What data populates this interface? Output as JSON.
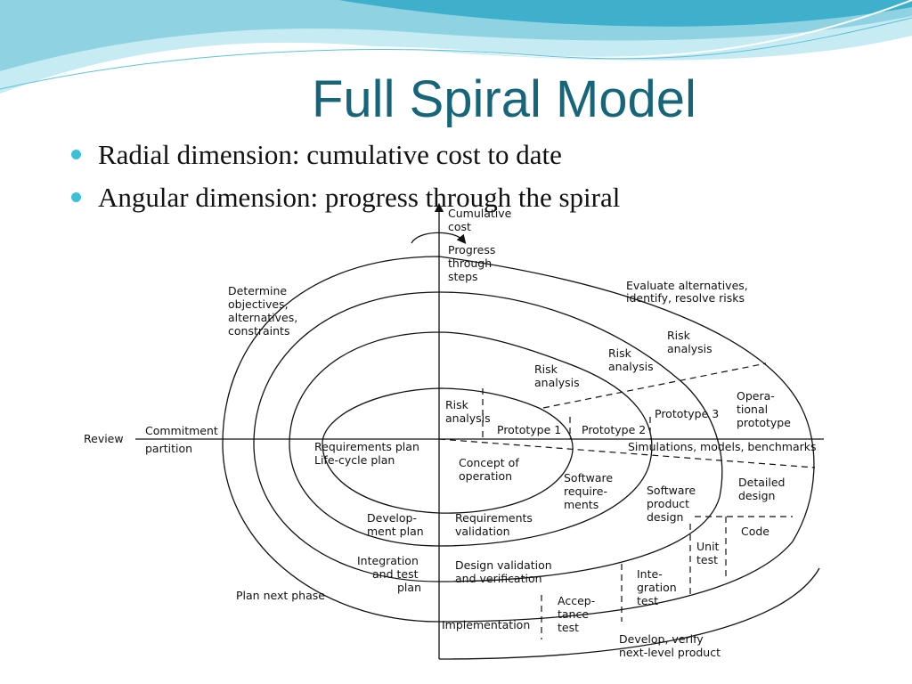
{
  "slide": {
    "title": "Full Spiral Model",
    "bullets": [
      "Radial dimension: cumulative cost to date",
      "Angular dimension: progress through the spiral"
    ]
  },
  "colors": {
    "title": "#17657a",
    "bullet": "#3cc0d8",
    "wave_light": "#c7ebf3",
    "wave_mid": "#8fd3e3",
    "wave_dark": "#3fb0cc"
  },
  "diagram": {
    "axis_cost": [
      "Cumulative",
      "cost"
    ],
    "axis_progress": [
      "Progress",
      "through",
      "steps"
    ],
    "quadrant_objectives": [
      "Determine",
      "objectives,",
      "alternatives,",
      "constraints"
    ],
    "quadrant_evaluate": [
      "Evaluate alternatives,",
      "identify, resolve risks"
    ],
    "quadrant_plan": "Plan next phase",
    "quadrant_develop": [
      "Develop, verify",
      "next-level product"
    ],
    "review": "Review",
    "commitment": "Commitment",
    "partition": "partition",
    "risk_analysis_1": [
      "Risk",
      "analysis"
    ],
    "risk_analysis_2": [
      "Risk",
      "analysis"
    ],
    "risk_analysis_3": [
      "Risk",
      "analysis"
    ],
    "risk_analysis_4": [
      "Risk",
      "analysis"
    ],
    "prototype_1": "Prototype 1",
    "prototype_2": "Prototype 2",
    "prototype_3": "Prototype 3",
    "operational_prototype": [
      "Opera-",
      "tional",
      "prototype"
    ],
    "simulations": "Simulations, models, benchmarks",
    "requirements_plan": [
      "Requirements plan",
      "Life-cycle plan"
    ],
    "concept_of_operation": [
      "Concept of",
      "operation"
    ],
    "software_requirements": [
      "Software",
      "require-",
      "ments"
    ],
    "software_product_design": [
      "Software",
      "product",
      "design"
    ],
    "detailed_design": [
      "Detailed",
      "design"
    ],
    "code": "Code",
    "unit_test": [
      "Unit",
      "test"
    ],
    "integration_test": [
      "Inte-",
      "gration",
      "test"
    ],
    "acceptance_test": [
      "Accep-",
      "tance",
      "test"
    ],
    "implementation": "Implementation",
    "development_plan": [
      "Develop-",
      "ment plan"
    ],
    "requirements_validation": [
      "Requirements",
      "validation"
    ],
    "integration_test_plan": [
      "Integration",
      "and test",
      "plan"
    ],
    "design_validation": [
      "Design validation",
      "and verification"
    ]
  }
}
